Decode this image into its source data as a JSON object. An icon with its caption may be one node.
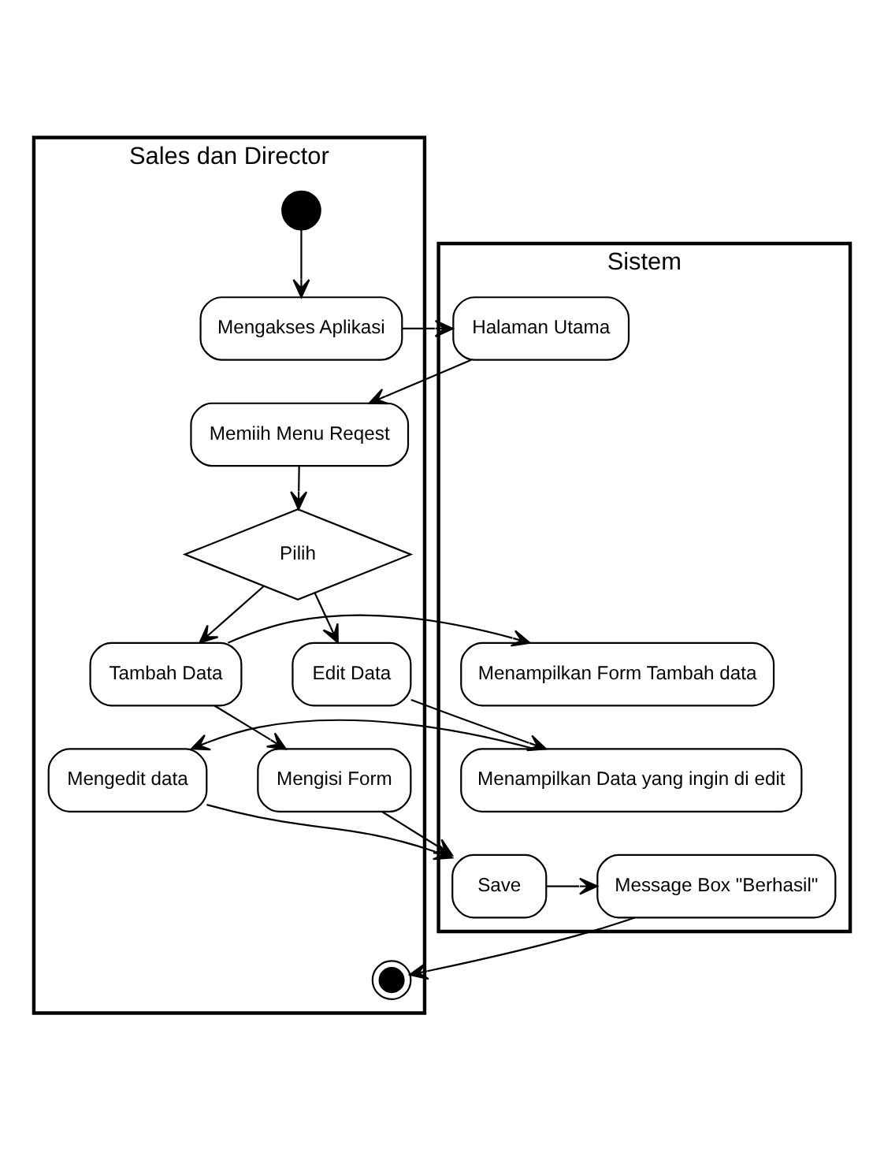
{
  "diagram": {
    "nodes": [
      {
        "text": [
          "Sales dan Director"
        ]
      },
      {
        "text": [
          "Sistem"
        ]
      },
      {
        "text": [],
        "shape": "circle",
        "in": 0
      },
      {
        "text": [
          "Mengakses Aplikasi"
        ],
        "in": 0
      },
      {
        "text": [
          "Halaman Utama"
        ],
        "in": 1
      },
      {
        "text": [
          "Memiih Menu Reqest"
        ],
        "in": 0
      },
      {
        "text": [
          "Pilih"
        ],
        "in": 0
      },
      {
        "text": [
          "Edit Data"
        ],
        "in": 0
      },
      {
        "text": [
          "Tambah Data"
        ],
        "in": 0
      },
      {
        "text": [
          "Menampilkan Form Tambah data"
        ],
        "in": 1
      },
      {
        "text": [
          "Mengisi Form"
        ],
        "in": 0
      },
      {
        "text": [
          "Menampilkan Data yang ingin di edit"
        ],
        "in": 1
      },
      {
        "text": [
          "Mengedit data"
        ],
        "in": 0
      },
      {
        "text": [
          "Save"
        ],
        "in": 1
      },
      {
        "text": [
          "Message Box \"Berhasil\""
        ],
        "in": 1
      },
      {
        "text": [],
        "shape": "circle",
        "in": 0
      }
    ],
    "edges": [
      {
        "from": 2,
        "to": 3,
        "arrow": "to"
      },
      {
        "from": 3,
        "to": 4,
        "arrow": "to"
      },
      {
        "from": 4,
        "to": 5,
        "arrow": "to"
      },
      {
        "from": 5,
        "to": 6,
        "arrow": "to"
      },
      {
        "from": 6,
        "to": 7,
        "arrow": "to"
      },
      {
        "from": 6,
        "to": 8,
        "arrow": "to"
      },
      {
        "from": 8,
        "to": 9,
        "arrow": "to"
      },
      {
        "from": 8,
        "to": 10,
        "arrow": "to"
      },
      {
        "from": 10,
        "to": 13,
        "arrow": "to"
      },
      {
        "from": 7,
        "to": 11,
        "arrow": "to"
      },
      {
        "from": 11,
        "to": 12,
        "arrow": "to"
      },
      {
        "from": 12,
        "to": 13,
        "arrow": "to"
      },
      {
        "from": 13,
        "to": 14,
        "arrow": "to"
      },
      {
        "from": 14,
        "to": 15,
        "arrow": "to"
      }
    ]
  }
}
